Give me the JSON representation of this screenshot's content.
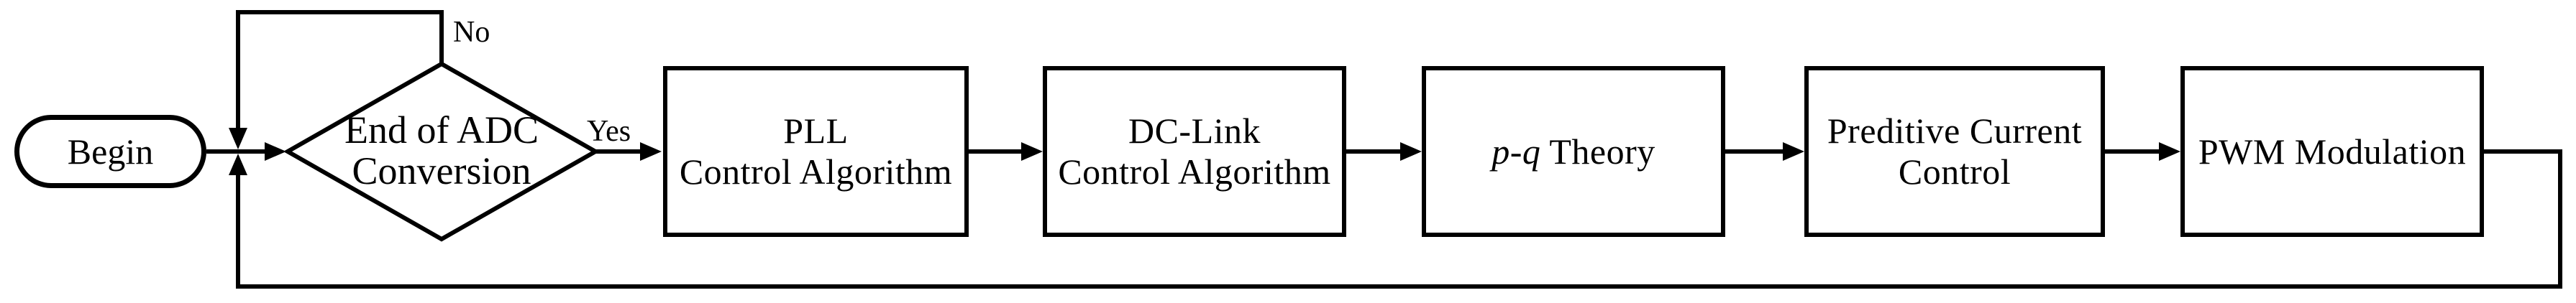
{
  "canvas": {
    "background_color": "#ffffff",
    "line_color": "#000000"
  },
  "nodes": {
    "begin": {
      "label": "Begin",
      "shape": "terminator"
    },
    "decision": {
      "line1": "End of ADC",
      "line2": "Conversion",
      "shape": "decision"
    },
    "pll": {
      "line1": "PLL",
      "line2": "Control Algorithm",
      "shape": "process"
    },
    "dclink": {
      "line1": "DC-Link",
      "line2": "Control Algorithm",
      "shape": "process"
    },
    "pq": {
      "italic": "p-q",
      "rest": "Theory",
      "shape": "process"
    },
    "predictive": {
      "line1": "Preditive Current",
      "line2": "Control",
      "shape": "process"
    },
    "pwm": {
      "label": "PWM Modulation",
      "shape": "process"
    }
  },
  "edges": {
    "no_label": "No",
    "yes_label": "Yes"
  }
}
